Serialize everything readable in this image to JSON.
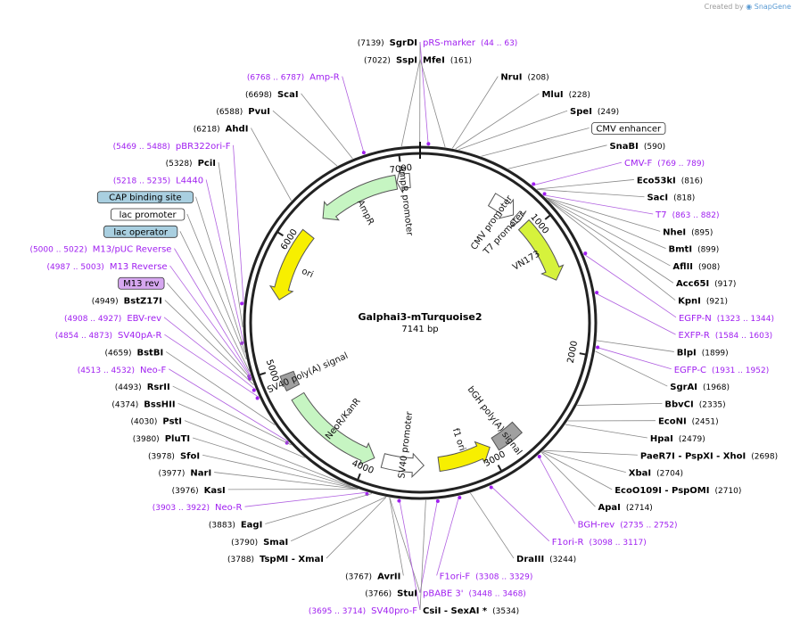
{
  "credit": {
    "prefix": "Created by",
    "brand": "SnapGene"
  },
  "plasmid": {
    "name": "Galphai3-mTurquoise2",
    "length_label": "7141 bp",
    "length": 7141
  },
  "ticks": [
    {
      "label": "1000",
      "pos": 1000
    },
    {
      "label": "2000",
      "pos": 2000
    },
    {
      "label": "3000",
      "pos": 3000
    },
    {
      "label": "4000",
      "pos": 4000
    },
    {
      "label": "5000",
      "pos": 5000
    },
    {
      "label": "6000",
      "pos": 6000
    },
    {
      "label": "7000",
      "pos": 7000
    }
  ],
  "labels": [
    {
      "name": "SgrDI",
      "pos_text": "(7139)",
      "kind": "enzyme",
      "bp": 7139,
      "side": "left"
    },
    {
      "name": "SspI",
      "pos_text": "(7022)",
      "kind": "enzyme",
      "bp": 7022,
      "side": "left"
    },
    {
      "name": "Amp-R",
      "pos_text": "(6768 .. 6787)",
      "kind": "primer",
      "bp": 6778,
      "side": "left"
    },
    {
      "name": "ScaI",
      "pos_text": "(6698)",
      "kind": "enzyme",
      "bp": 6698,
      "side": "left"
    },
    {
      "name": "PvuI",
      "pos_text": "(6588)",
      "kind": "enzyme",
      "bp": 6588,
      "side": "left"
    },
    {
      "name": "AhdI",
      "pos_text": "(6218)",
      "kind": "enzyme",
      "bp": 6218,
      "side": "left"
    },
    {
      "name": "pBR322ori-F",
      "pos_text": "(5469 .. 5488)",
      "kind": "primer",
      "bp": 5478,
      "side": "left"
    },
    {
      "name": "PciI",
      "pos_text": "(5328)",
      "kind": "enzyme",
      "bp": 5328,
      "side": "left"
    },
    {
      "name": "L4440",
      "pos_text": "(5218 .. 5235)",
      "kind": "primer",
      "bp": 5226,
      "side": "left"
    },
    {
      "name": "CAP binding site",
      "pos_text": "",
      "kind": "box",
      "box_fill": "#a9cfe0",
      "bp": 5165,
      "side": "left"
    },
    {
      "name": "lac promoter",
      "pos_text": "",
      "kind": "box",
      "box_fill": "#ffffff",
      "bp": 5120,
      "side": "left"
    },
    {
      "name": "M13/pUC Reverse",
      "pos_text": "(5000 .. 5022)",
      "kind": "primer",
      "bp": 5011,
      "side": "left"
    },
    {
      "name": "lac operator",
      "pos_text": "",
      "kind": "box",
      "box_fill": "#a9cfe0",
      "bp": 5040,
      "side": "left"
    },
    {
      "name": "M13 Reverse",
      "pos_text": "(4987 .. 5003)",
      "kind": "primer",
      "bp": 4995,
      "side": "left"
    },
    {
      "name": "M13 rev",
      "pos_text": "",
      "kind": "box",
      "box_fill": "#d6a7f0",
      "bp": 4980,
      "side": "left"
    },
    {
      "name": "BstZ17I",
      "pos_text": "(4949)",
      "kind": "enzyme",
      "bp": 4949,
      "side": "left"
    },
    {
      "name": "EBV-rev",
      "pos_text": "(4908 .. 4927)",
      "kind": "primer",
      "bp": 4917,
      "side": "left"
    },
    {
      "name": "SV40pA-R",
      "pos_text": "(4854 .. 4873)",
      "kind": "primer",
      "bp": 4863,
      "side": "left"
    },
    {
      "name": "BstBI",
      "pos_text": "(4659)",
      "kind": "enzyme",
      "bp": 4659,
      "side": "left"
    },
    {
      "name": "Neo-F",
      "pos_text": "(4513 .. 4532)",
      "kind": "primer",
      "bp": 4522,
      "side": "left"
    },
    {
      "name": "RsrII",
      "pos_text": "(4493)",
      "kind": "enzyme",
      "bp": 4493,
      "side": "left"
    },
    {
      "name": "BssHII",
      "pos_text": "(4374)",
      "kind": "enzyme",
      "bp": 4374,
      "side": "left"
    },
    {
      "name": "PstI",
      "pos_text": "(4030)",
      "kind": "enzyme",
      "bp": 4030,
      "side": "left"
    },
    {
      "name": "PluTI",
      "pos_text": "(3980)",
      "kind": "enzyme",
      "bp": 3980,
      "side": "left"
    },
    {
      "name": "SfoI",
      "pos_text": "(3978)",
      "kind": "enzyme",
      "bp": 3978,
      "side": "left"
    },
    {
      "name": "NarI",
      "pos_text": "(3977)",
      "kind": "enzyme",
      "bp": 3977,
      "side": "left"
    },
    {
      "name": "KasI",
      "pos_text": "(3976)",
      "kind": "enzyme",
      "bp": 3976,
      "side": "left"
    },
    {
      "name": "Neo-R",
      "pos_text": "(3903 .. 3922)",
      "kind": "primer",
      "bp": 3912,
      "side": "left"
    },
    {
      "name": "EagI",
      "pos_text": "(3883)",
      "kind": "enzyme",
      "bp": 3883,
      "side": "left"
    },
    {
      "name": "SmaI",
      "pos_text": "(3790)",
      "kind": "enzyme",
      "bp": 3790,
      "side": "left"
    },
    {
      "name": "TspMI  - XmaI",
      "pos_text": "(3788)",
      "kind": "enzyme",
      "bp": 3788,
      "side": "left"
    },
    {
      "name": "AvrII",
      "pos_text": "(3767)",
      "kind": "enzyme",
      "bp": 3767,
      "side": "left"
    },
    {
      "name": "StuI",
      "pos_text": "(3766)",
      "kind": "enzyme",
      "bp": 3766,
      "side": "left"
    },
    {
      "name": "SV40pro-F",
      "pos_text": "(3695 .. 3714)",
      "kind": "primer",
      "bp": 3704,
      "side": "left"
    },
    {
      "name": "pRS-marker",
      "pos_text": "(44 .. 63)",
      "kind": "primer",
      "bp": 53,
      "side": "right"
    },
    {
      "name": "MfeI",
      "pos_text": "(161)",
      "kind": "enzyme",
      "bp": 161,
      "side": "right"
    },
    {
      "name": "NruI",
      "pos_text": "(208)",
      "kind": "enzyme",
      "bp": 208,
      "side": "right"
    },
    {
      "name": "MluI",
      "pos_text": "(228)",
      "kind": "enzyme",
      "bp": 228,
      "side": "right"
    },
    {
      "name": "SpeI",
      "pos_text": "(249)",
      "kind": "enzyme",
      "bp": 249,
      "side": "right"
    },
    {
      "name": "CMV enhancer",
      "pos_text": "",
      "kind": "box",
      "box_fill": "#ffffff",
      "bp": 400,
      "side": "right"
    },
    {
      "name": "SnaBI",
      "pos_text": "(590)",
      "kind": "enzyme",
      "bp": 590,
      "side": "right"
    },
    {
      "name": "CMV-F",
      "pos_text": "(769 .. 789)",
      "kind": "primer",
      "bp": 779,
      "side": "right"
    },
    {
      "name": "Eco53kI",
      "pos_text": "(816)",
      "kind": "enzyme",
      "bp": 816,
      "side": "right"
    },
    {
      "name": "SacI",
      "pos_text": "(818)",
      "kind": "enzyme",
      "bp": 818,
      "side": "right"
    },
    {
      "name": "T7",
      "pos_text": "(863 .. 882)",
      "kind": "primer",
      "bp": 872,
      "side": "right"
    },
    {
      "name": "NheI",
      "pos_text": "(895)",
      "kind": "enzyme",
      "bp": 895,
      "side": "right"
    },
    {
      "name": "BmtI",
      "pos_text": "(899)",
      "kind": "enzyme",
      "bp": 899,
      "side": "right"
    },
    {
      "name": "AflII",
      "pos_text": "(908)",
      "kind": "enzyme",
      "bp": 908,
      "side": "right"
    },
    {
      "name": "Acc65I",
      "pos_text": "(917)",
      "kind": "enzyme",
      "bp": 917,
      "side": "right"
    },
    {
      "name": "KpnI",
      "pos_text": "(921)",
      "kind": "enzyme",
      "bp": 921,
      "side": "right"
    },
    {
      "name": "EGFP-N",
      "pos_text": "(1323 .. 1344)",
      "kind": "primer",
      "bp": 1333,
      "side": "right"
    },
    {
      "name": "EXFP-R",
      "pos_text": "(1584 .. 1603)",
      "kind": "primer",
      "bp": 1593,
      "side": "right"
    },
    {
      "name": "BlpI",
      "pos_text": "(1899)",
      "kind": "enzyme",
      "bp": 1899,
      "side": "right"
    },
    {
      "name": "EGFP-C",
      "pos_text": "(1931 .. 1952)",
      "kind": "primer",
      "bp": 1941,
      "side": "right"
    },
    {
      "name": "SgrAI",
      "pos_text": "(1968)",
      "kind": "enzyme",
      "bp": 1968,
      "side": "right"
    },
    {
      "name": "BbvCI",
      "pos_text": "(2335)",
      "kind": "enzyme",
      "bp": 2335,
      "side": "right"
    },
    {
      "name": "EcoNI",
      "pos_text": "(2451)",
      "kind": "enzyme",
      "bp": 2451,
      "side": "right"
    },
    {
      "name": "HpaI",
      "pos_text": "(2479)",
      "kind": "enzyme",
      "bp": 2479,
      "side": "right"
    },
    {
      "name": "PaeR7I  - PspXI  - XhoI",
      "pos_text": "(2698)",
      "kind": "enzyme",
      "bp": 2698,
      "side": "right"
    },
    {
      "name": "XbaI",
      "pos_text": "(2704)",
      "kind": "enzyme",
      "bp": 2704,
      "side": "right"
    },
    {
      "name": "EcoO109I  - PspOMI",
      "pos_text": "(2710)",
      "kind": "enzyme",
      "bp": 2710,
      "side": "right"
    },
    {
      "name": "ApaI",
      "pos_text": "(2714)",
      "kind": "enzyme",
      "bp": 2714,
      "side": "right"
    },
    {
      "name": "BGH-rev",
      "pos_text": "(2735 .. 2752)",
      "kind": "primer",
      "bp": 2743,
      "side": "right"
    },
    {
      "name": "F1ori-R",
      "pos_text": "(3098 .. 3117)",
      "kind": "primer",
      "bp": 3107,
      "side": "right"
    },
    {
      "name": "DraIII",
      "pos_text": "(3244)",
      "kind": "enzyme",
      "bp": 3244,
      "side": "right"
    },
    {
      "name": "F1ori-F",
      "pos_text": "(3308 .. 3329)",
      "kind": "primer",
      "bp": 3318,
      "side": "right"
    },
    {
      "name": "pBABE 3'",
      "pos_text": "(3448 .. 3468)",
      "kind": "primer",
      "bp": 3458,
      "side": "right"
    },
    {
      "name": "CsiI  - SexAI *",
      "pos_text": "(3534)",
      "kind": "enzyme",
      "bp": 3534,
      "side": "right"
    }
  ],
  "features": [
    {
      "name": "CMV promoter",
      "start": 600,
      "end": 810,
      "dir": 1,
      "fill": "#ffffff"
    },
    {
      "name": "T7 promoter",
      "start": 830,
      "end": 880,
      "dir": 1,
      "fill": "#ffffff"
    },
    {
      "name": "VN173",
      "start": 925,
      "end": 1440,
      "dir": 1,
      "fill": "#d6f23c"
    },
    {
      "name": "bGH poly(A) signal",
      "start": 2720,
      "end": 2940,
      "dir": 0,
      "fill": "#a0a0a0"
    },
    {
      "name": "f1 ori",
      "start": 2990,
      "end": 3420,
      "dir": -1,
      "fill": "#f7ef00"
    },
    {
      "name": "SV40 promoter",
      "start": 3540,
      "end": 3870,
      "dir": -1,
      "fill": "#ffffff"
    },
    {
      "name": "NeoR/KanR",
      "start": 3940,
      "end": 4740,
      "dir": -1,
      "fill": "#c6f5c2"
    },
    {
      "name": "SV40 poly(A) signal",
      "start": 4820,
      "end": 4940,
      "dir": 0,
      "fill": "#a0a0a0"
    },
    {
      "name": "ori",
      "start": 5540,
      "end": 6120,
      "dir": -1,
      "fill": "#f7ef00"
    },
    {
      "name": "AmpR",
      "start": 6290,
      "end": 6950,
      "dir": -1,
      "fill": "#c6f5c2"
    },
    {
      "name": "AmpR promoter",
      "start": 6955,
      "end": 7060,
      "dir": -1,
      "fill": "#ffffff"
    }
  ]
}
